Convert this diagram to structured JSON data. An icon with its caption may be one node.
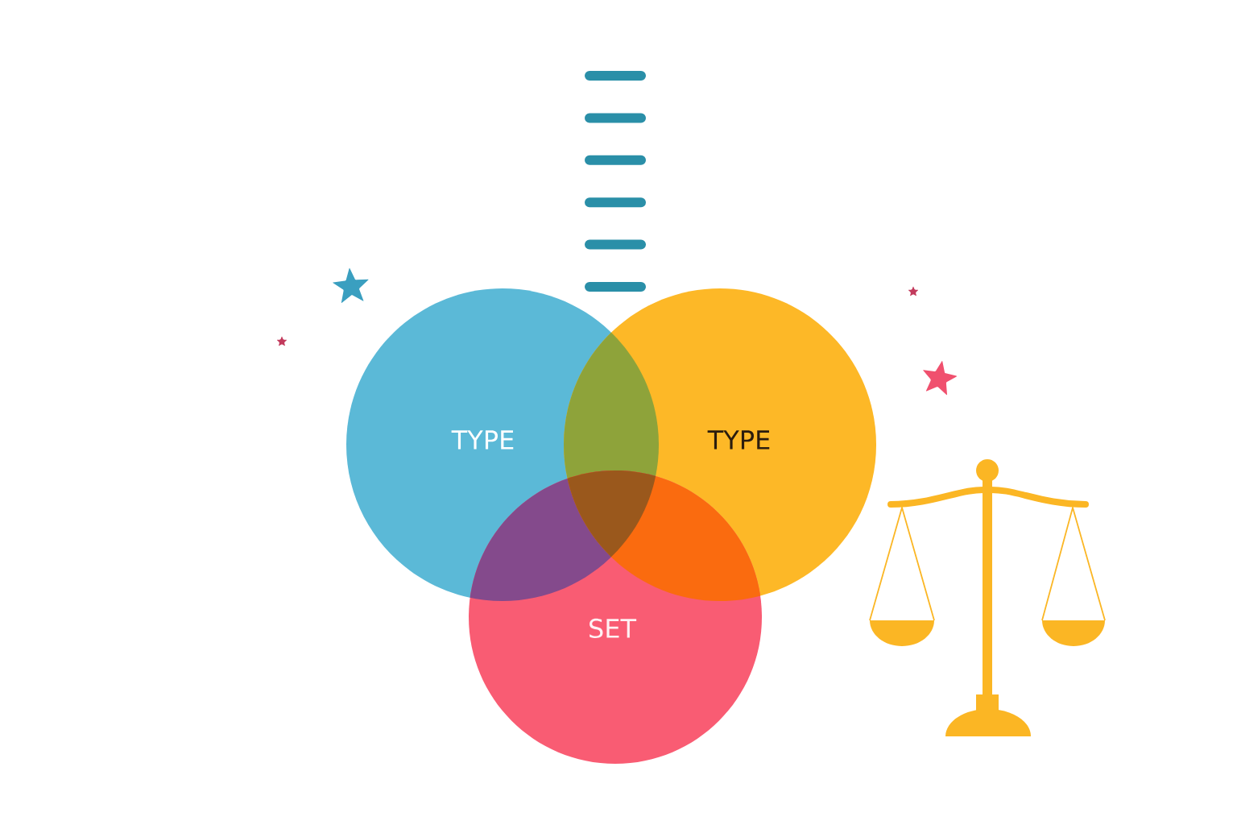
{
  "diagram": {
    "nodes": [
      {
        "text": [
          "TYPE"
        ]
      },
      {
        "text": [
          "TYPE"
        ]
      },
      {
        "text": [
          "SET"
        ]
      }
    ]
  }
}
